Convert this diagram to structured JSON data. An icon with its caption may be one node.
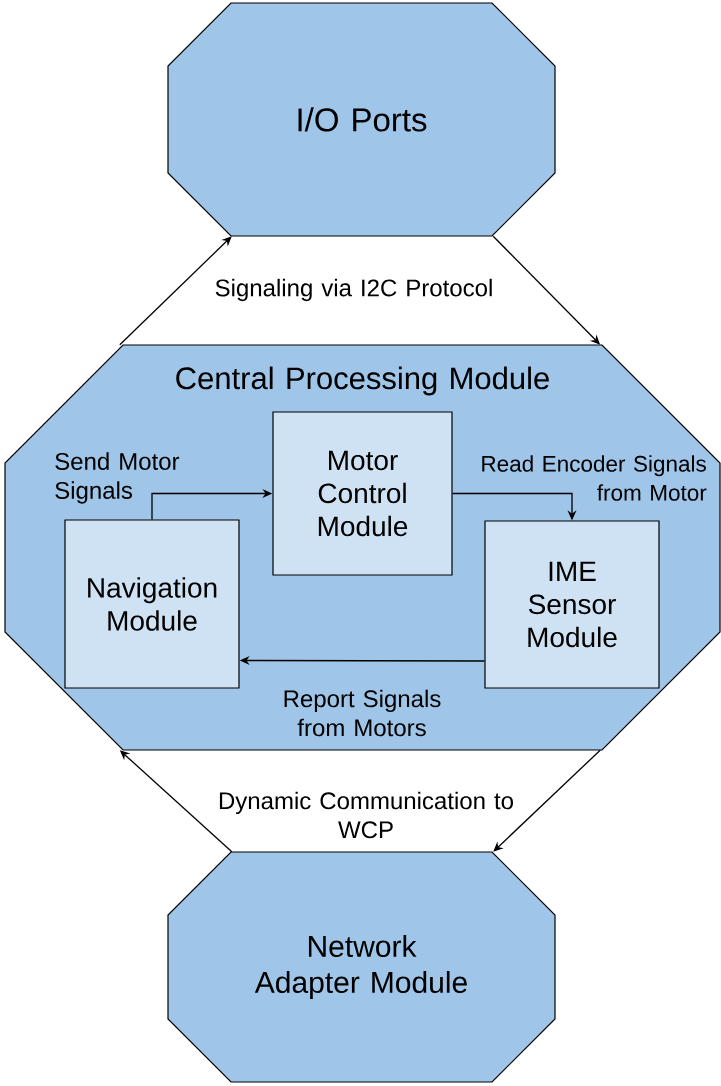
{
  "diagram": {
    "nodes": [
      {
        "text": [
          "I/O Ports"
        ]
      },
      {
        "text": [
          "Central Processing Module"
        ]
      },
      {
        "text": [
          "Motor Control Module"
        ],
        "in": 1
      },
      {
        "text": [
          "Navigation Module"
        ],
        "in": 1
      },
      {
        "text": [
          "IME Sensor Module"
        ],
        "in": 1
      },
      {
        "text": [
          "Network Adapter Module"
        ]
      }
    ],
    "edges": [
      {
        "from": 1,
        "to": 0,
        "arrow": "to"
      },
      {
        "from": 0,
        "to": 1,
        "arrow": "to"
      },
      {
        "from": 3,
        "to": 2,
        "arrow": "to",
        "label": "Send Motor Signals"
      },
      {
        "from": 2,
        "to": 4,
        "arrow": "to",
        "label": "Read Encoder Signals from Motor"
      },
      {
        "from": 4,
        "to": 3,
        "arrow": "to",
        "label": "Report Signals from Motors"
      },
      {
        "from": 5,
        "to": 1,
        "arrow": "to"
      },
      {
        "from": 1,
        "to": 5,
        "arrow": "to"
      }
    ],
    "labels": [
      "Signaling via I2C Protocol",
      "Dynamic Communication to WCP"
    ]
  }
}
